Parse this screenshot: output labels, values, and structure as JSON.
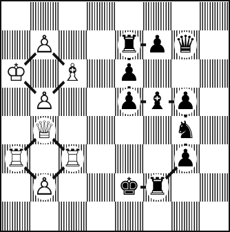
{
  "board": {
    "files": [
      "a",
      "b",
      "c",
      "d",
      "e",
      "f",
      "g",
      "h"
    ],
    "ranks": [
      "8",
      "7",
      "6",
      "5",
      "4",
      "3",
      "2",
      "1"
    ],
    "pieces": [
      {
        "square": "b7",
        "color": "white",
        "type": "pawn",
        "glyph": "♙",
        "name": "white-pawn-b7"
      },
      {
        "square": "a6",
        "color": "white",
        "type": "king",
        "glyph": "♔",
        "name": "white-king-a6"
      },
      {
        "square": "c6",
        "color": "white",
        "type": "bishop",
        "glyph": "♗",
        "name": "white-bishop-c6"
      },
      {
        "square": "b5",
        "color": "white",
        "type": "pawn",
        "glyph": "♙",
        "name": "white-pawn-b5"
      },
      {
        "square": "b4",
        "color": "white",
        "type": "queen",
        "glyph": "♕",
        "name": "white-queen-b4"
      },
      {
        "square": "a3",
        "color": "white",
        "type": "rook",
        "glyph": "♖",
        "name": "white-rook-a3"
      },
      {
        "square": "c3",
        "color": "white",
        "type": "rook",
        "glyph": "♖",
        "name": "white-rook-c3"
      },
      {
        "square": "b2",
        "color": "white",
        "type": "pawn",
        "glyph": "♙",
        "name": "white-pawn-b2"
      },
      {
        "square": "e7",
        "color": "black",
        "type": "rook",
        "glyph": "♜",
        "name": "black-rook-e7"
      },
      {
        "square": "f7",
        "color": "black",
        "type": "pawn",
        "glyph": "♟",
        "name": "black-pawn-f7"
      },
      {
        "square": "g7",
        "color": "black",
        "type": "queen",
        "glyph": "♛",
        "name": "black-queen-g7"
      },
      {
        "square": "e6",
        "color": "black",
        "type": "pawn",
        "glyph": "♟",
        "name": "black-pawn-e6"
      },
      {
        "square": "e5",
        "color": "black",
        "type": "pawn",
        "glyph": "♟",
        "name": "black-pawn-e5"
      },
      {
        "square": "f5",
        "color": "black",
        "type": "bishop",
        "glyph": "♝",
        "name": "black-bishop-f5"
      },
      {
        "square": "g5",
        "color": "black",
        "type": "pawn",
        "glyph": "♟",
        "name": "black-pawn-g5"
      },
      {
        "square": "g4",
        "color": "black",
        "type": "knight",
        "glyph": "♞",
        "name": "black-knight-g4"
      },
      {
        "square": "g3",
        "color": "black",
        "type": "pawn",
        "glyph": "♟",
        "name": "black-pawn-g3"
      },
      {
        "square": "e2",
        "color": "black",
        "type": "king",
        "glyph": "♚",
        "name": "black-king-e2"
      },
      {
        "square": "f2",
        "color": "black",
        "type": "rook",
        "glyph": "♜",
        "name": "black-rook-f2"
      }
    ],
    "links": [
      [
        "a6",
        "b7"
      ],
      [
        "b7",
        "c6"
      ],
      [
        "c6",
        "b5"
      ],
      [
        "a6",
        "b5"
      ],
      [
        "b4",
        "a3"
      ],
      [
        "b4",
        "c3"
      ],
      [
        "a3",
        "b2"
      ],
      [
        "c3",
        "b2"
      ],
      [
        "e7",
        "f7"
      ],
      [
        "e7",
        "e6"
      ],
      [
        "e6",
        "e5"
      ],
      [
        "e5",
        "f5"
      ],
      [
        "f5",
        "g5"
      ],
      [
        "g5",
        "g4"
      ],
      [
        "g4",
        "g3"
      ],
      [
        "g3",
        "f2"
      ],
      [
        "e2",
        "f2"
      ]
    ],
    "colors": {
      "dark_hatch": "#1a1a1a",
      "light": "#ffffff",
      "link": "#111111"
    }
  }
}
